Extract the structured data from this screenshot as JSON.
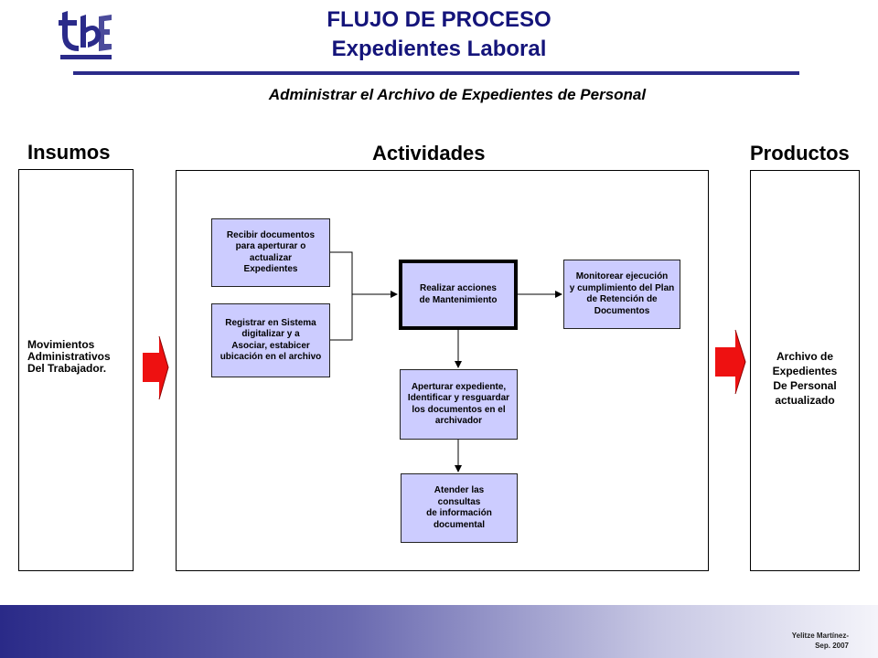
{
  "header": {
    "title_line1": "FLUJO DE PROCESO",
    "title_line2": "Expedientes Laboral",
    "subtitle": "Administrar el Archivo de Expedientes de Personal"
  },
  "columns": {
    "insumos": "Insumos",
    "actividades": "Actividades",
    "productos": "Productos"
  },
  "insumo": "Movimientos\nAdministrativos\nDel Trabajador.",
  "producto": "Archivo de\nExpedientes\nDe Personal\nactualizado",
  "boxes": {
    "recibir": "Recibir documentos\npara  aperturar  o\nactualizar\nExpedientes",
    "registrar": "Registrar en Sistema\ndigitalizar y a\nAsociar, estabicer\nubicación en el archivo",
    "realizar": "Realizar acciones\nde Mantenimiento",
    "monitorear": "Monitorear ejecución\ny cumplimiento del Plan\nde Retención de\nDocumentos",
    "aperturar": "Aperturar expediente,\nIdentificar y resguardar\nlos documentos en el\narchivador",
    "atender": "Atender las\nconsultas\nde información\ndocumental"
  },
  "footer": {
    "author": "Yelitze Martínez-",
    "date": "Sep. 2007"
  },
  "colors": {
    "title": "#14147a",
    "box_fill": "#ccccff",
    "arrow_red": "#ee1111"
  },
  "icons": [
    "tse-logo",
    "red-arrow-right"
  ]
}
